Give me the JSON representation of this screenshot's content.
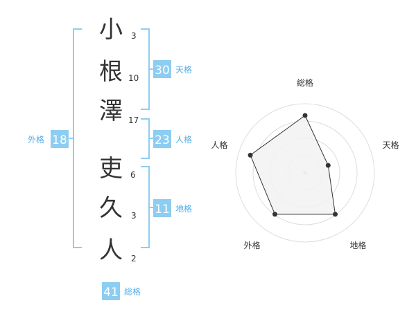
{
  "name": {
    "characters": [
      {
        "char": "小",
        "strokes": "3"
      },
      {
        "char": "根",
        "strokes": "10"
      },
      {
        "char": "澤",
        "strokes": "17"
      },
      {
        "char": "吏",
        "strokes": "6"
      },
      {
        "char": "久",
        "strokes": "3"
      },
      {
        "char": "人",
        "strokes": "2"
      }
    ]
  },
  "fortunes": {
    "tenkaku": {
      "value": "30",
      "label": "天格"
    },
    "jinkaku": {
      "value": "23",
      "label": "人格"
    },
    "chikaku": {
      "value": "11",
      "label": "地格"
    },
    "gaikaku": {
      "value": "18",
      "label": "外格"
    },
    "soukaku": {
      "value": "41",
      "label": "総格"
    }
  },
  "colors": {
    "badge": "#8dcdf2",
    "bracket": "#8dcdf2",
    "badge_label": "#55aee8",
    "radar_fill": "#f2f2f2",
    "radar_ring": "#dddddd"
  },
  "chart_data": {
    "type": "radar",
    "axes": [
      "総格",
      "天格",
      "地格",
      "外格",
      "人格"
    ],
    "values": [
      0.83,
      0.35,
      0.74,
      0.74,
      0.83
    ],
    "range": [
      0,
      1
    ],
    "rings": 4
  }
}
